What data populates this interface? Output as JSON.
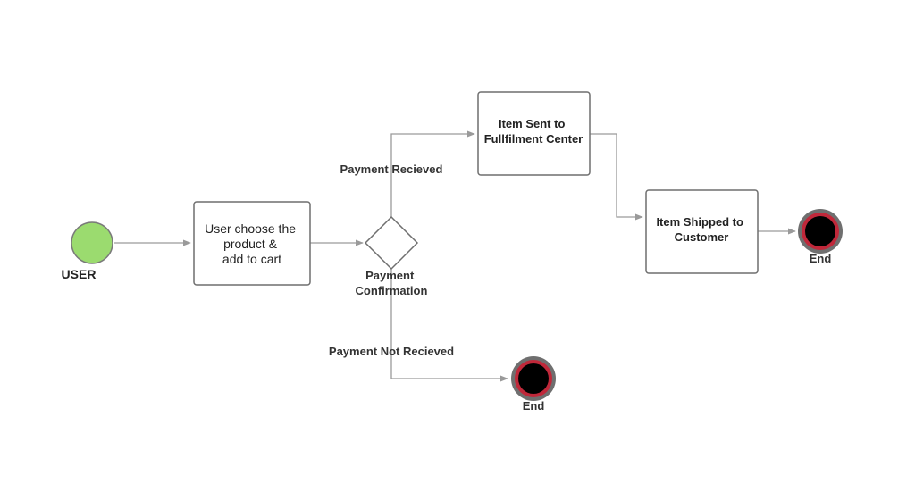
{
  "colors": {
    "start_fill": "#9bdb6f",
    "start_stroke": "#7a7a7a",
    "end_inner": "#000000",
    "end_ring": "#c0283a",
    "end_outer": "#6f6f6f",
    "edge": "#9a9a9a",
    "box_stroke": "#6f6f6f"
  },
  "nodes": {
    "start_label": "USER",
    "step1": [
      "User choose the",
      "product &",
      "add to cart"
    ],
    "decision": [
      "Payment",
      "Confirmation"
    ],
    "step2": [
      "Item Sent to",
      "Fullfilment Center"
    ],
    "step3": [
      "Item Shipped to",
      "Customer"
    ],
    "end_top_label": "End",
    "end_bottom_label": "End"
  },
  "edges": {
    "received_label": "Payment Recieved",
    "not_received_label": "Payment Not Recieved"
  }
}
